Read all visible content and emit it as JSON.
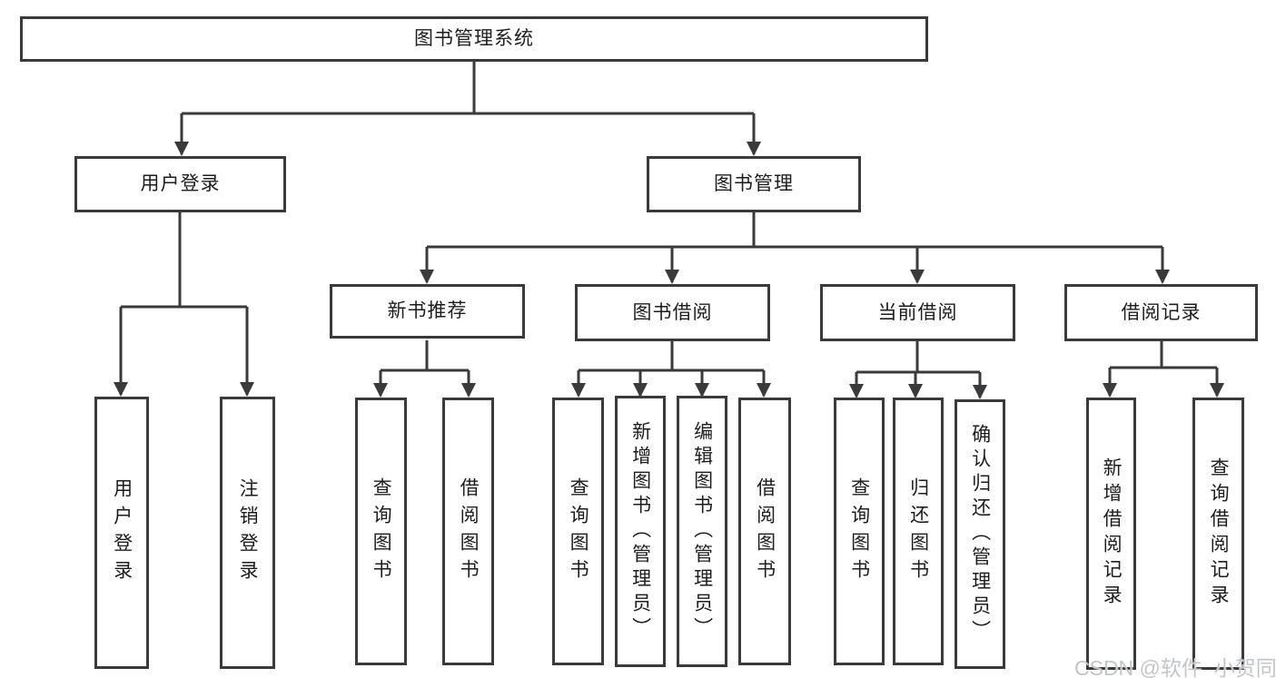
{
  "diagram": {
    "title": "图书管理系统",
    "branches": {
      "user_login": {
        "label": "用户登录",
        "children": [
          "用户登录",
          "注销登录"
        ]
      },
      "book_management": {
        "label": "图书管理",
        "sections": {
          "new_book_recommendation": {
            "label": "新书推荐",
            "children": [
              "查询图书",
              "借阅图书"
            ]
          },
          "book_borrowing": {
            "label": "图书借阅",
            "children": [
              "查询图书",
              "新增图书（管理员）",
              "编辑图书（管理员）",
              "借阅图书"
            ]
          },
          "current_borrowing": {
            "label": "当前借阅",
            "children": [
              "查询图书",
              "归还图书",
              "确认归还（管理员）"
            ]
          },
          "borrowing_records": {
            "label": "借阅记录",
            "children": [
              "新增借阅记录",
              "查询借阅记录"
            ]
          }
        }
      }
    }
  },
  "watermark": "CSDN @软件_小贺同学",
  "colors": {
    "line": "#3a3a3c",
    "text": "#1d1d1f",
    "background": "#ffffff",
    "watermark_text": "#c2c5c9"
  }
}
